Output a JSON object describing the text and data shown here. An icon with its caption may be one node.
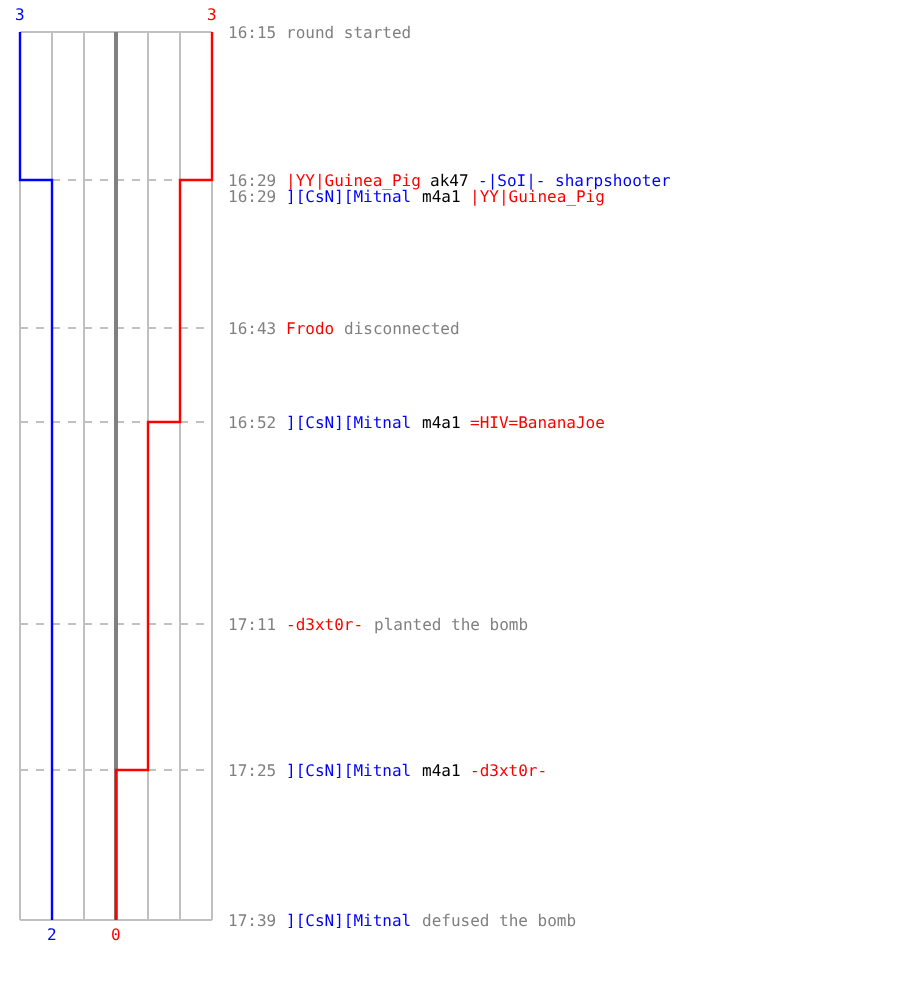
{
  "diagram": {
    "labels": [
      "3",
      "3",
      "16:15",
      "round started",
      "16:29",
      "|YY|Guinea_Pig",
      "ak47",
      "-|SoI|- sharpshooter",
      "16:29",
      "][CsN][Mitnal",
      "m4a1",
      "|YY|Guinea_Pig",
      "16:43",
      "Frodo",
      "disconnected",
      "16:52",
      "][CsN][Mitnal",
      "m4a1",
      "=HIV=BananaJoe",
      "17:11",
      "-d3xt0r-",
      "planted the bomb",
      "17:25",
      "][CsN][Mitnal",
      "m4a1",
      "-d3xt0r-",
      "17:39",
      "][CsN][Mitnal",
      "defused the bomb",
      "2",
      "0"
    ]
  }
}
